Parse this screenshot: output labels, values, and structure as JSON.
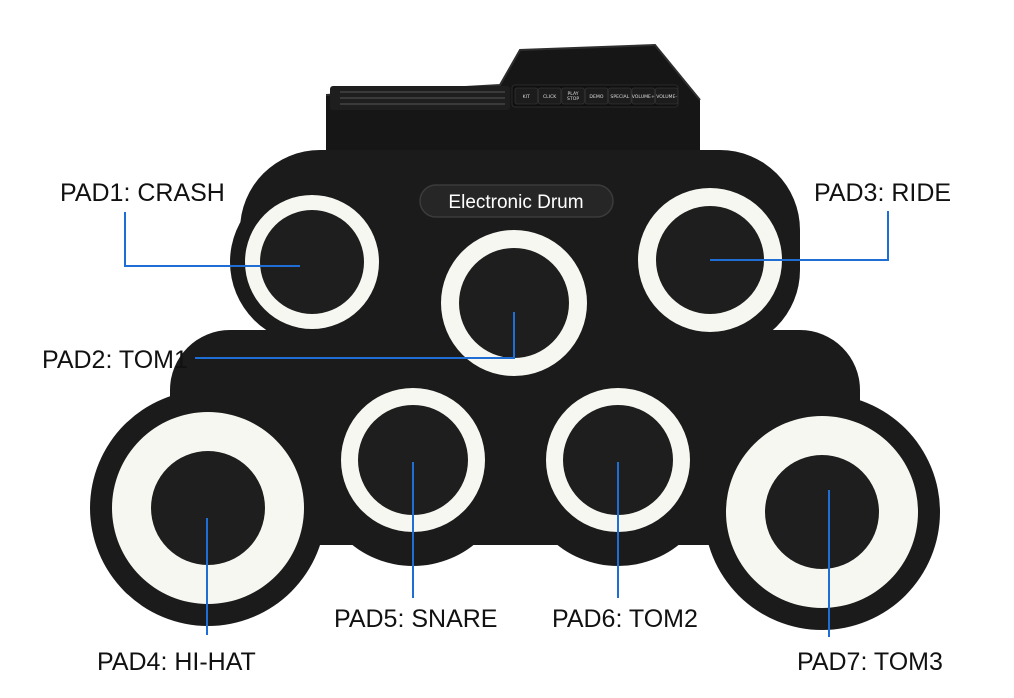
{
  "device": {
    "brand_label": "Electronic Drum",
    "buttons": [
      "KIT",
      "CLICK",
      "PLAY STOP",
      "DEMO",
      "SPECIAL",
      "VOLUME+",
      "VOLUME-"
    ]
  },
  "callouts": [
    {
      "id": "pad1",
      "label": "PAD1: CRASH"
    },
    {
      "id": "pad2",
      "label": "PAD2: TOM1"
    },
    {
      "id": "pad3",
      "label": "PAD3: RIDE"
    },
    {
      "id": "pad4",
      "label": "PAD4: HI-HAT"
    },
    {
      "id": "pad5",
      "label": "PAD5: SNARE"
    },
    {
      "id": "pad6",
      "label": "PAD6: TOM2"
    },
    {
      "id": "pad7",
      "label": "PAD7: TOM3"
    }
  ],
  "colors": {
    "body": "#1b1b1b",
    "pad_ring": "#f7f7f2",
    "pad_center": "#1e1e1e",
    "leader_line": "#1f6ed6",
    "text": "#111111"
  }
}
